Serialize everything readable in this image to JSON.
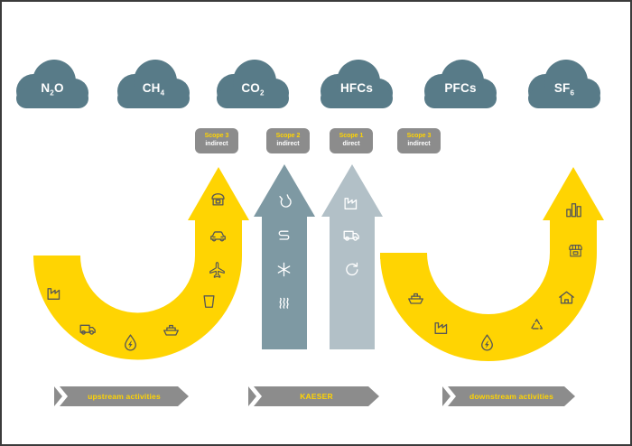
{
  "clouds": [
    {
      "name": "N2O",
      "pre": "N",
      "sub": "2",
      "post": "O"
    },
    {
      "name": "CH4",
      "pre": "CH",
      "sub": "4",
      "post": ""
    },
    {
      "name": "CO2",
      "pre": "CO",
      "sub": "2",
      "post": ""
    },
    {
      "name": "HFCs",
      "pre": "HFCs",
      "sub": "",
      "post": ""
    },
    {
      "name": "PFCs",
      "pre": "PFCs",
      "sub": "",
      "post": ""
    },
    {
      "name": "SF6",
      "pre": "SF",
      "sub": "6",
      "post": ""
    }
  ],
  "scope_badges": [
    {
      "scope": "Scope 3",
      "kind": "indirect"
    },
    {
      "scope": "Scope 2",
      "kind": "indirect"
    },
    {
      "scope": "Scope 1",
      "kind": "direct"
    },
    {
      "scope": "Scope 3",
      "kind": "indirect"
    }
  ],
  "banners": {
    "upstream": "upstream activities",
    "center": "KAESER",
    "downstream": "downstream activities"
  },
  "arrows": {
    "upstream_icons": [
      "factory",
      "truck",
      "energy-drop",
      "ship",
      "trash-bin",
      "airplane",
      "car",
      "kiosk"
    ],
    "scope2_icons": [
      "power-plug",
      "radiator",
      "snowflake",
      "heat-waves"
    ],
    "scope1_icons": [
      "factory",
      "truck",
      "refresh"
    ],
    "downstream_icons": [
      "ship",
      "factory",
      "energy-drop",
      "recycle",
      "house",
      "store",
      "bar-chart"
    ]
  },
  "colors": {
    "yellow": "#FFD402",
    "cloud_teal": "#587B88",
    "scope2_teal": "#7E99A3",
    "scope1_gray": "#B2C0C7",
    "badge_gray": "#8C8C8C",
    "icon_dark": "#575756",
    "icon_light": "#FFFFFF"
  }
}
